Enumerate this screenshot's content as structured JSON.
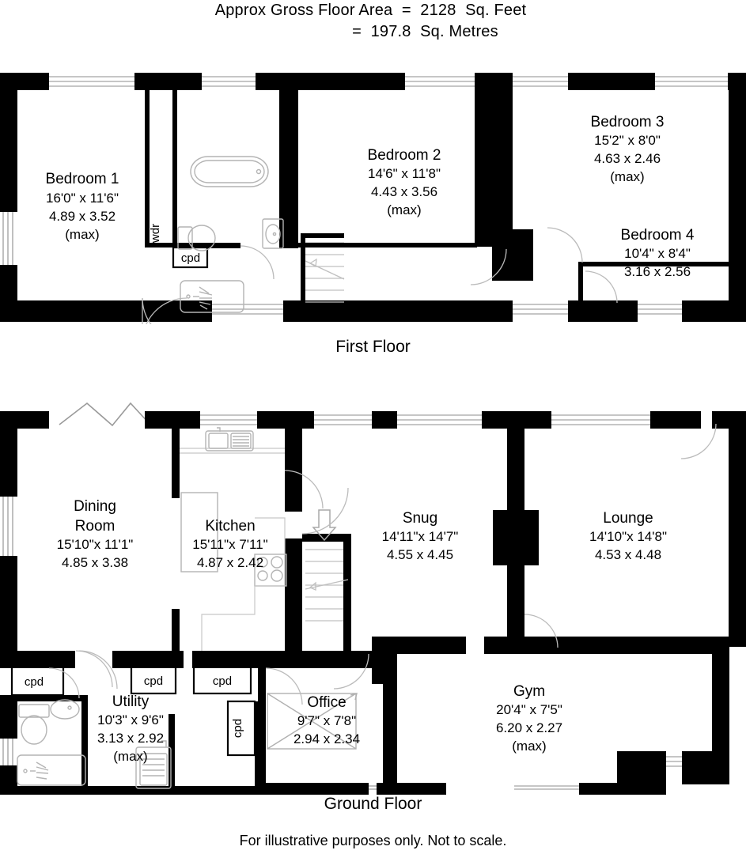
{
  "header": {
    "line1": "Approx Gross Floor Area  =  2128  Sq. Feet",
    "line2": "=  197.8  Sq. Metres",
    "area_sq_feet": "2128",
    "area_sq_metres": "197.8"
  },
  "captions": {
    "first_floor": "First Floor",
    "ground_floor": "Ground Floor",
    "footer_note": "For illustrative purposes only. Not to scale."
  },
  "first_floor": {
    "rooms": [
      {
        "name": "Bedroom 1",
        "dim_imperial": "16'0\" x 11'6\"",
        "dim_metric": "4.89 x 3.52",
        "qualifier": "(max)"
      },
      {
        "name": "Bedroom 2",
        "dim_imperial": "14'6\" x 11'8\"",
        "dim_metric": "4.43 x 3.56",
        "qualifier": "(max)"
      },
      {
        "name": "Bedroom 3",
        "dim_imperial": "15'2\" x  8'0\"",
        "dim_metric": "4.63 x 2.46",
        "qualifier": "(max)"
      },
      {
        "name": "Bedroom 4",
        "dim_imperial": "10'4\" x  8'4\"",
        "dim_metric": "3.16 x 2.56",
        "qualifier": ""
      }
    ],
    "labels": {
      "wdr": "wdr",
      "cpd": "cpd"
    }
  },
  "ground_floor": {
    "rooms": [
      {
        "name": "Dining",
        "name2": "Room",
        "dim_imperial": "15'10\"x 11'1\"",
        "dim_metric": "4.85 x 3.38",
        "qualifier": ""
      },
      {
        "name": "Kitchen",
        "dim_imperial": "15'11\"x 7'11\"",
        "dim_metric": "4.87 x 2.42",
        "qualifier": ""
      },
      {
        "name": "Snug",
        "dim_imperial": "14'11\"x 14'7\"",
        "dim_metric": "4.55 x 4.45",
        "qualifier": ""
      },
      {
        "name": "Lounge",
        "dim_imperial": "14'10\"x 14'8\"",
        "dim_metric": "4.53 x 4.48",
        "qualifier": ""
      },
      {
        "name": "Utility",
        "dim_imperial": "10'3\" x  9'6\"",
        "dim_metric": "3.13 x 2.92",
        "qualifier": "(max)"
      },
      {
        "name": "Office",
        "dim_imperial": "9'7\" x  7'8\"",
        "dim_metric": "2.94 x 2.34",
        "qualifier": ""
      },
      {
        "name": "Gym",
        "dim_imperial": "20'4\" x  7'5\"",
        "dim_metric": "6.20 x 2.27",
        "qualifier": "(max)"
      }
    ],
    "cupboards": [
      "cpd",
      "cpd",
      "cpd",
      "cpd"
    ]
  },
  "colors": {
    "wall": "#000000",
    "background": "#ffffff",
    "fixture": "#b4b4b4",
    "text": "#000000"
  }
}
